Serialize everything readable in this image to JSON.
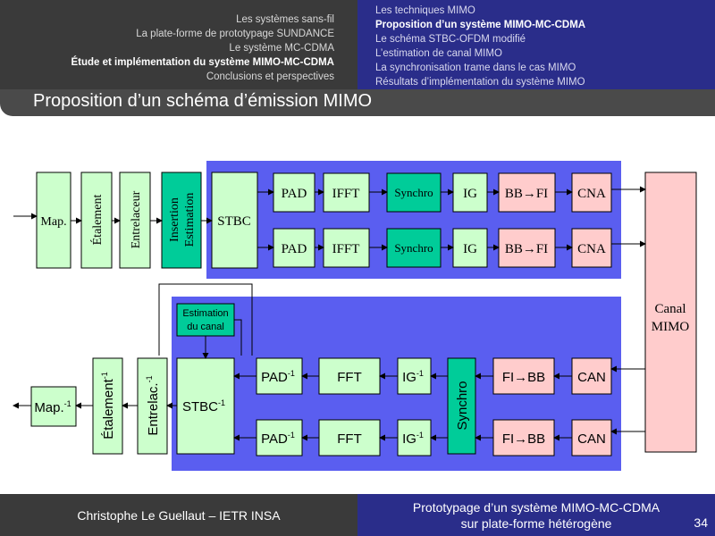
{
  "nav": {
    "left_items": [
      {
        "label": "Les systèmes sans-fil",
        "active": false
      },
      {
        "label": "La plate-forme de prototypage SUNDANCE",
        "active": false
      },
      {
        "label": "Le système MC-CDMA",
        "active": false
      },
      {
        "label": "Étude et implémentation du système MIMO-MC-CDMA",
        "active": true
      },
      {
        "label": "Conclusions et perspectives",
        "active": false
      }
    ],
    "right_items": [
      {
        "label": "Les techniques MIMO",
        "active": false
      },
      {
        "label": "Proposition d’un système MIMO-MC-CDMA",
        "active": true
      },
      {
        "label": "Le schéma STBC-OFDM modifié",
        "active": false
      },
      {
        "label": "L’estimation de canal MIMO",
        "active": false
      },
      {
        "label": "La synchronisation trame dans le cas MIMO",
        "active": false
      },
      {
        "label": "Résultats d’implémentation du système MIMO",
        "active": false
      }
    ]
  },
  "slide": {
    "title": "Proposition d’un schéma d’émission MIMO"
  },
  "diagram": {
    "tx": {
      "map": "Map.",
      "etalement": "Étalement",
      "entrelaceur": "Entrelaceur",
      "insertion_1": "Insertion",
      "insertion_2": "Estimation",
      "stbc": "STBC",
      "pad": "PAD",
      "ifft": "IFFT",
      "synchro": "Synchro",
      "ig": "IG",
      "bbfi": "BB→FI",
      "cna": "CNA"
    },
    "canal_1": "Canal",
    "canal_2": "MIMO",
    "rx": {
      "estimation_1": "Estimation",
      "estimation_2": "du canal",
      "can": "CAN",
      "fibb": "FI→BB",
      "synchro": "Synchro",
      "ig": "IG",
      "fft": "FFT",
      "pad": "PAD",
      "stbc": "STBC",
      "entrelac": "Entrelac.",
      "etalement": "Étalement",
      "map": "Map.",
      "inverse": "-1"
    }
  },
  "colors": {
    "green": "#ccffcc",
    "teal": "#00cc99",
    "pink": "#ffcccc",
    "blue_zone": "#5a5ef0"
  },
  "footer": {
    "author": "Christophe Le Guellaut – IETR INSA",
    "talk_line1": "Prototypage d’un système MIMO-MC-CDMA",
    "talk_line2": "sur plate-forme hétérogène",
    "page": "34"
  }
}
